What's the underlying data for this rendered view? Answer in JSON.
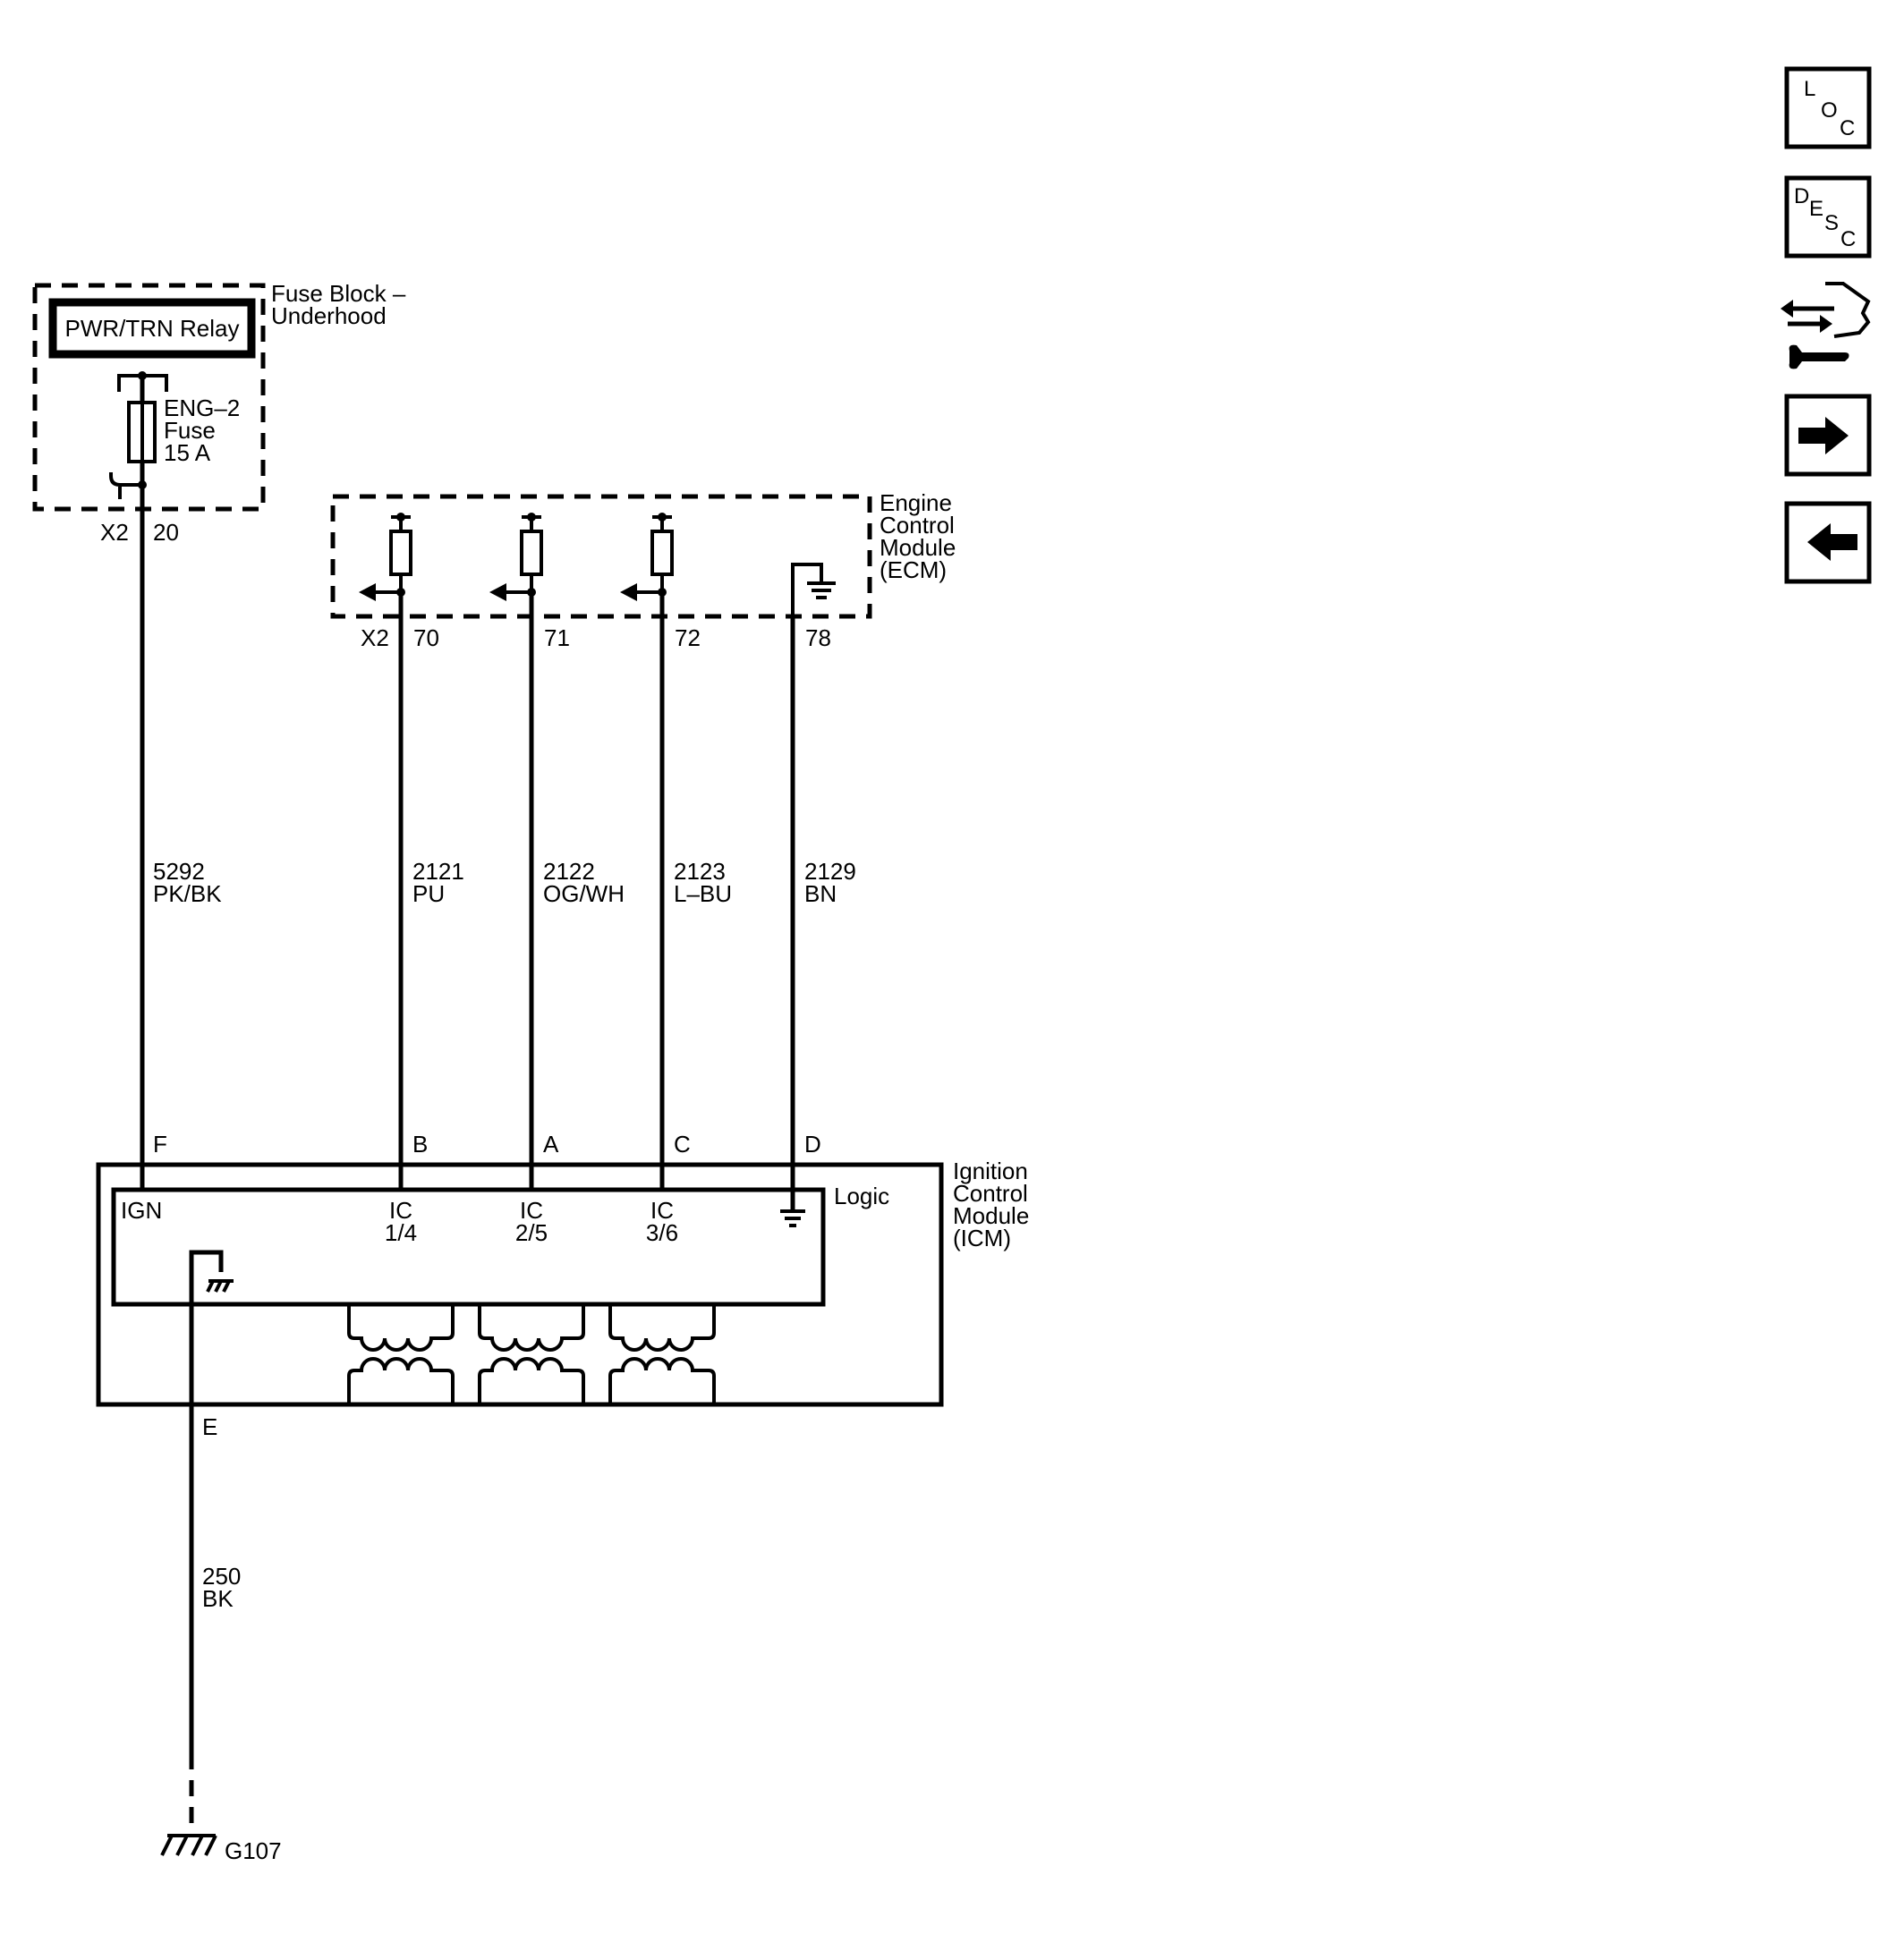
{
  "fuse_block": {
    "title_line1": "Fuse Block –",
    "title_line2": "Underhood",
    "relay_label": "PWR/TRN Relay",
    "fuse_name": "ENG–2",
    "fuse_word": "Fuse",
    "fuse_rating": "15 A",
    "connector": "X2",
    "pin": "20"
  },
  "ecm": {
    "title_line1": "Engine",
    "title_line2": "Control",
    "title_line3": "Module",
    "title_line4": "(ECM)",
    "connector": "X2",
    "pins": [
      "70",
      "71",
      "72",
      "78"
    ]
  },
  "wires": [
    {
      "circuit": "5292",
      "color": "PK/BK"
    },
    {
      "circuit": "2121",
      "color": "PU"
    },
    {
      "circuit": "2122",
      "color": "OG/WH"
    },
    {
      "circuit": "2123",
      "color": "L–BU"
    },
    {
      "circuit": "2129",
      "color": "BN"
    },
    {
      "circuit": "250",
      "color": "BK"
    }
  ],
  "icm": {
    "title_line1": "Ignition",
    "title_line2": "Control",
    "title_line3": "Module",
    "title_line4": "(ICM)",
    "logic_label": "Logic",
    "pins": [
      "F",
      "B",
      "A",
      "C",
      "D",
      "E"
    ],
    "inputs": [
      {
        "line1": "IGN",
        "line2": ""
      },
      {
        "line1": "IC",
        "line2": "1/4"
      },
      {
        "line1": "IC",
        "line2": "2/5"
      },
      {
        "line1": "IC",
        "line2": "3/6"
      }
    ]
  },
  "ground": {
    "label": "G107"
  },
  "nav": {
    "loc": [
      "L",
      "O",
      "C"
    ],
    "desc": [
      "D",
      "E",
      "S",
      "C"
    ],
    "icons": [
      "loc-icon",
      "desc-icon",
      "connector-repair-icon",
      "next-arrow-icon",
      "previous-arrow-icon"
    ]
  }
}
